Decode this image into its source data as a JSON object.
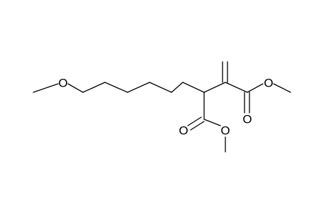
{
  "molecule": {
    "atoms": {
      "o_ether": "O",
      "o_ester_right_carbonyl": "O",
      "o_ester_right_alkoxy": "O",
      "o_ester_lower_carbonyl": "O",
      "o_ester_lower_alkoxy": "O"
    }
  }
}
